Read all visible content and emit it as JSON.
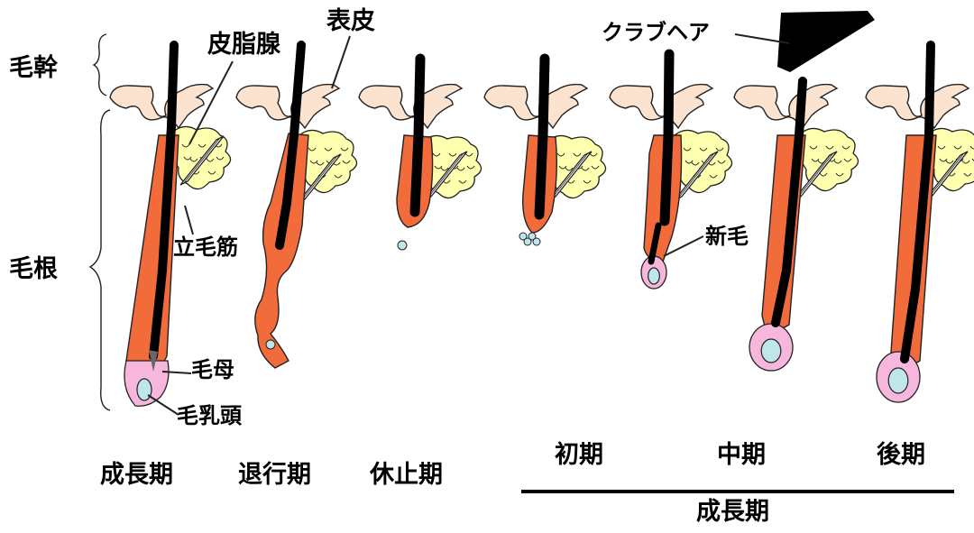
{
  "colors": {
    "skin": "#fbe3cf",
    "sebaceous": "#ffffb0",
    "sheath": "#f26b3a",
    "hair": "#000000",
    "bulb": "#f7b6dc",
    "papilla": "#bfe6ea",
    "outline": "#222222"
  },
  "labels": {
    "hair_shaft": "毛幹",
    "hair_root": "毛根",
    "sebaceous_gland": "皮脂腺",
    "epidermis": "表皮",
    "arrector_pili": "立毛筋",
    "hair_matrix": "毛母",
    "dermal_papilla": "毛乳頭",
    "club_hair": "クラブヘア",
    "new_hair": "新毛"
  },
  "stages": [
    {
      "label": "成長期"
    },
    {
      "label": "退行期"
    },
    {
      "label": "休止期"
    },
    {
      "label": "初期"
    },
    {
      "label": "中期"
    },
    {
      "label": "後期"
    }
  ],
  "anagen_group_label": "成長期"
}
